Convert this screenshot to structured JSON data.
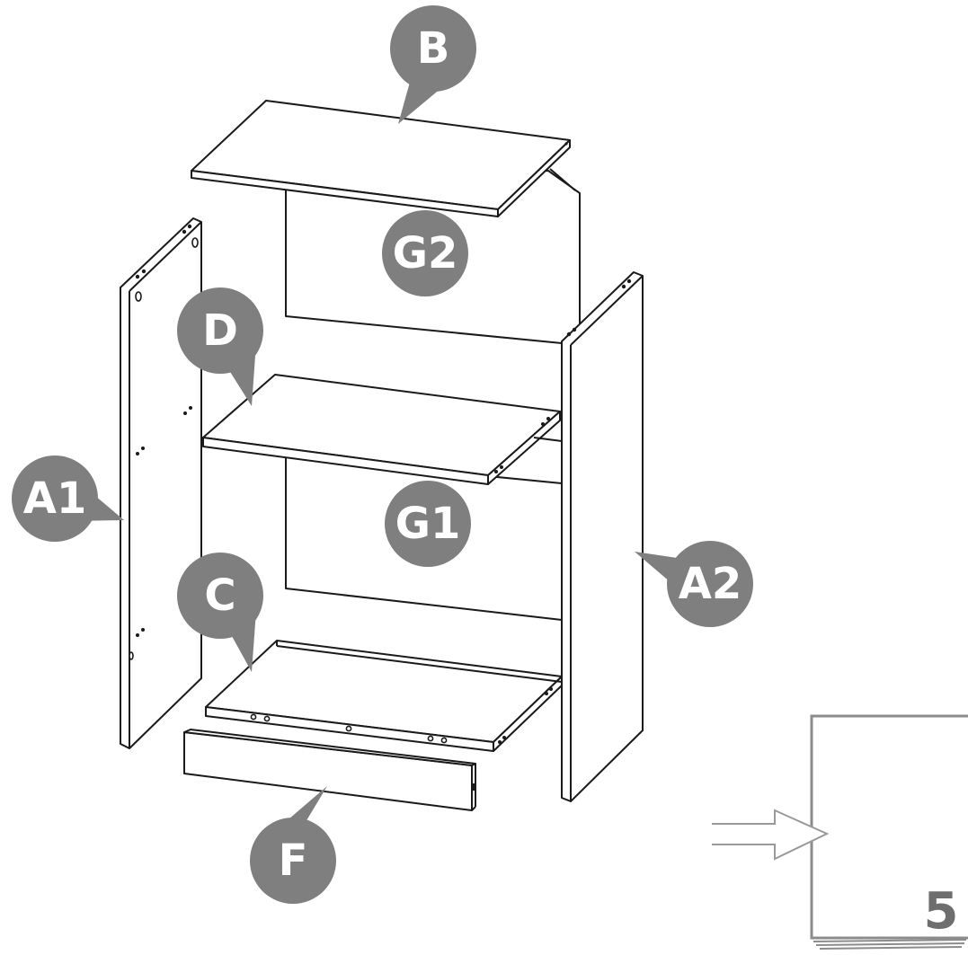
{
  "parts": {
    "top": {
      "label": "B"
    },
    "back_upper": {
      "label": "G2"
    },
    "shelf": {
      "label": "D"
    },
    "side_left": {
      "label": "A1"
    },
    "back_lower": {
      "label": "G1"
    },
    "side_right": {
      "label": "A2"
    },
    "bottom": {
      "label": "C"
    },
    "plinth": {
      "label": "F"
    }
  },
  "next_page": {
    "number": "5",
    "icon": "arrow-right-icon"
  },
  "colors": {
    "callout": "#7f7f7f",
    "outline": "#1a1a1a",
    "page_marker": "#8c8c8c"
  }
}
